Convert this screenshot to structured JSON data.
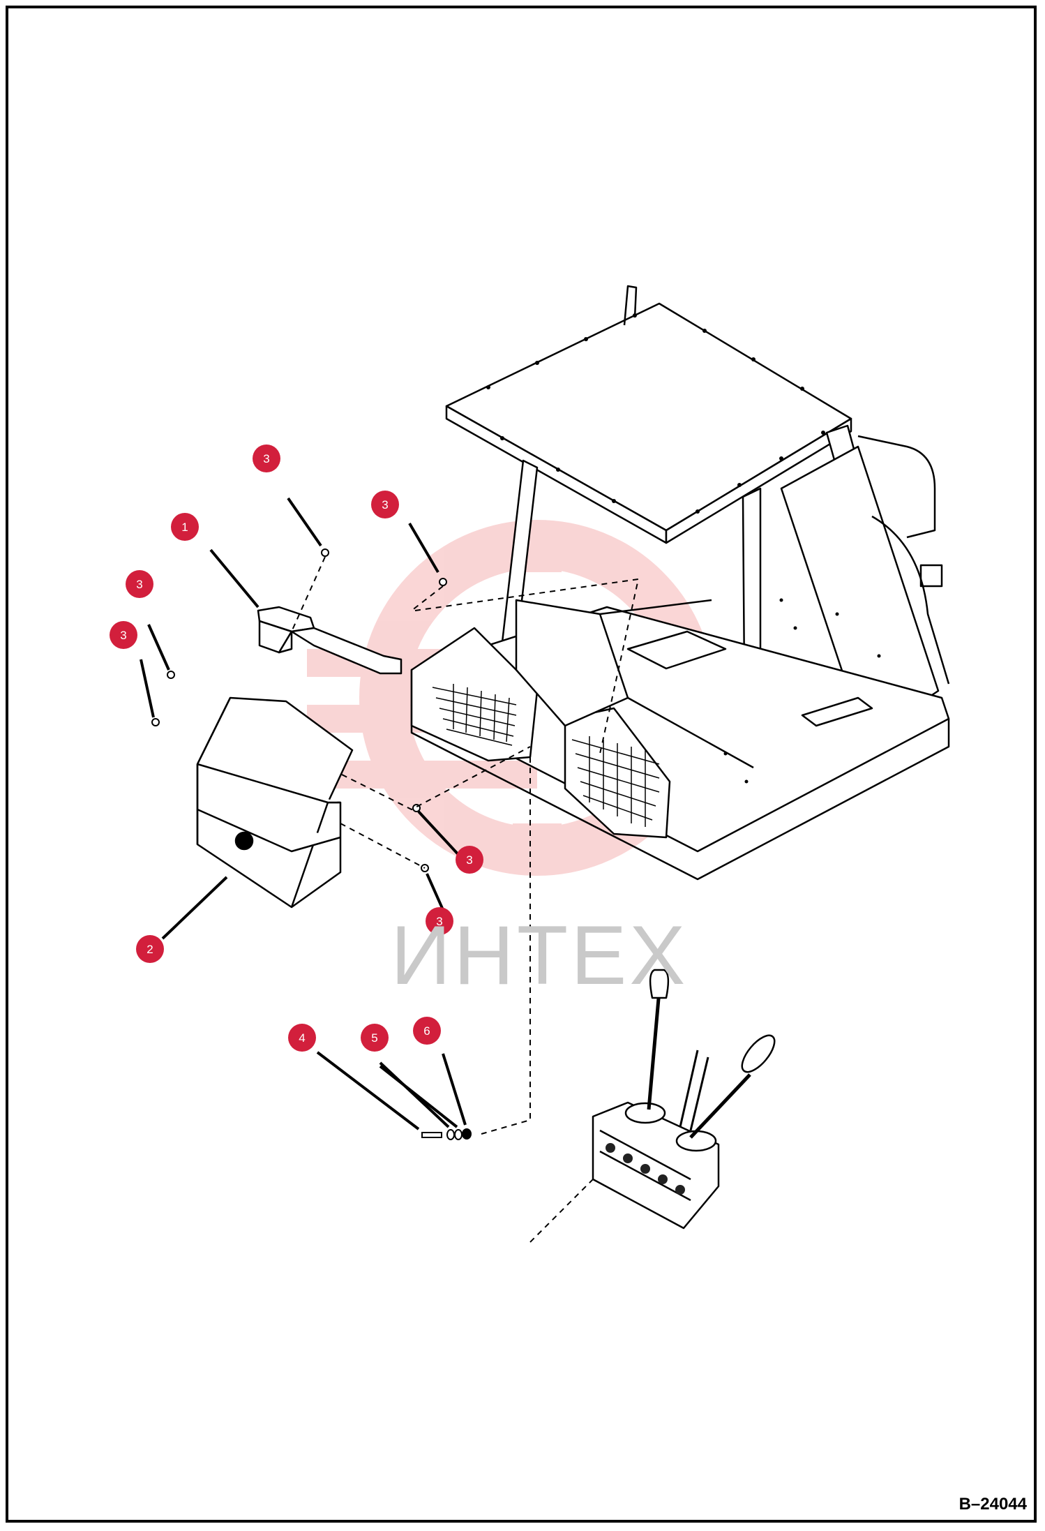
{
  "drawing_number": "B–24044",
  "watermark": "ИНТЕХ",
  "callouts": [
    {
      "number": "1",
      "part": "bracket"
    },
    {
      "number": "2",
      "part": "control-valve-cover"
    },
    {
      "number": "3",
      "part": "screw"
    },
    {
      "number": "3",
      "part": "screw"
    },
    {
      "number": "3",
      "part": "nut"
    },
    {
      "number": "3",
      "part": "nut"
    },
    {
      "number": "3",
      "part": "screw"
    },
    {
      "number": "3",
      "part": "screw"
    },
    {
      "number": "4",
      "part": "bolt"
    },
    {
      "number": "5",
      "part": "washer"
    },
    {
      "number": "6",
      "part": "nut"
    }
  ],
  "colors": {
    "callout_fill": "#d21f3c",
    "callout_text": "#ffffff",
    "line": "#000000",
    "watermark": "#f2b8b8"
  }
}
